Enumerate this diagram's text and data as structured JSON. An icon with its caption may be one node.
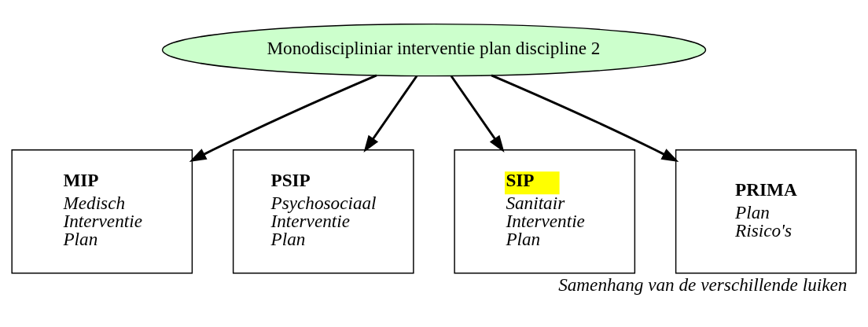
{
  "diagram": {
    "caption": "Samenhang van de verschillende luiken",
    "nodes": [
      {
        "text": [
          "Monodiscipliniar interventie plan discipline 2"
        ]
      },
      {
        "text": [
          "MIP",
          "Medisch Interventie Plan"
        ]
      },
      {
        "text": [
          "PSIP",
          "Psychosociaal Interventie Plan"
        ]
      },
      {
        "text": [
          "SIP",
          "Sanitair Interventie Plan"
        ]
      },
      {
        "text": [
          "PRIMA",
          "Plan Risico's"
        ]
      }
    ],
    "edges": [
      {
        "from": 0,
        "to": 1,
        "arrow": "to"
      },
      {
        "from": 0,
        "to": 2,
        "arrow": "to"
      },
      {
        "from": 0,
        "to": 3,
        "arrow": "to"
      },
      {
        "from": 0,
        "to": 4,
        "arrow": "to"
      }
    ]
  }
}
